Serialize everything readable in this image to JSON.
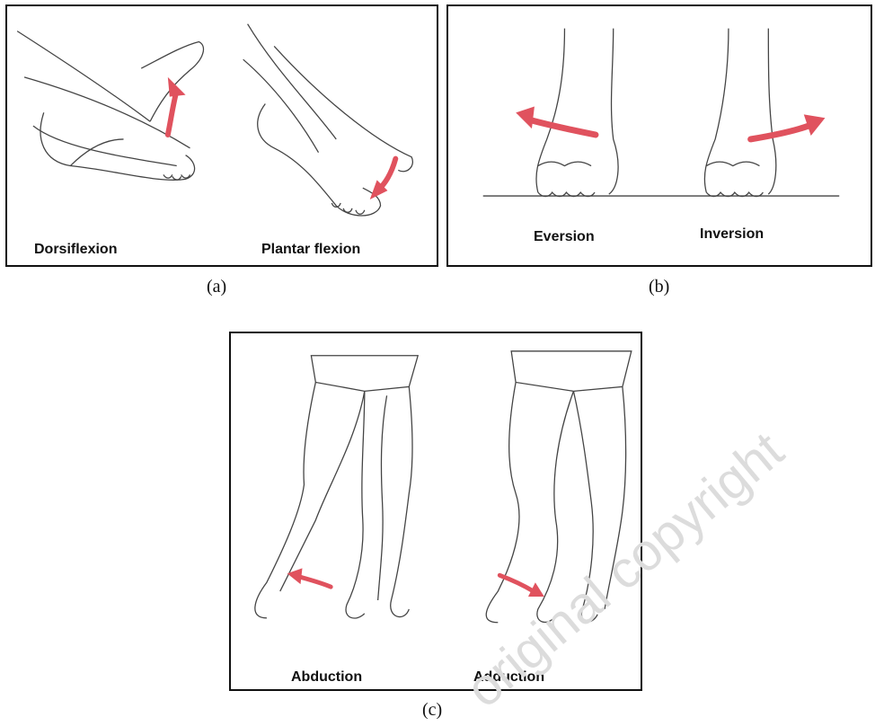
{
  "panels": [
    {
      "id": "a",
      "caption": "(a)",
      "labels": [
        "Dorsiflexion",
        "Plantar flexion"
      ]
    },
    {
      "id": "b",
      "caption": "(b)",
      "labels": [
        "Eversion",
        "Inversion"
      ]
    },
    {
      "id": "c",
      "caption": "(c)",
      "labels": [
        "Abduction",
        "Adduction"
      ]
    }
  ],
  "watermark": "original copyright",
  "colors": {
    "arrow": "#e0525e",
    "line": "#444444"
  }
}
